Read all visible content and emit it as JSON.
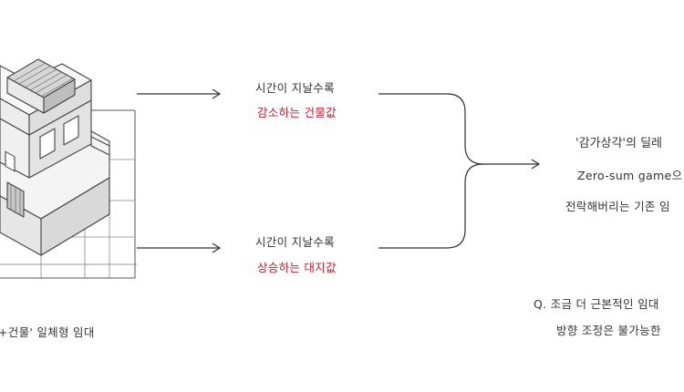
{
  "flow_top": {
    "line1": "시간이 지날수록",
    "line2": "감소하는 건물값"
  },
  "flow_bottom": {
    "line1": "시간이 지날수록",
    "line2": "상승하는 대지값"
  },
  "caption_left": "+건물' 일체형 임대",
  "right_panel": {
    "heading": "'감가상각'의 딜레",
    "line2": "Zero-sum game으",
    "line3": "전락해버리는 기존 임"
  },
  "question": {
    "line1": "Q. 조금 더 근본적인 임대",
    "line2": "방향 조정은 불가능한"
  },
  "colors": {
    "accent_red": "#c8192e",
    "line": "#333333"
  }
}
